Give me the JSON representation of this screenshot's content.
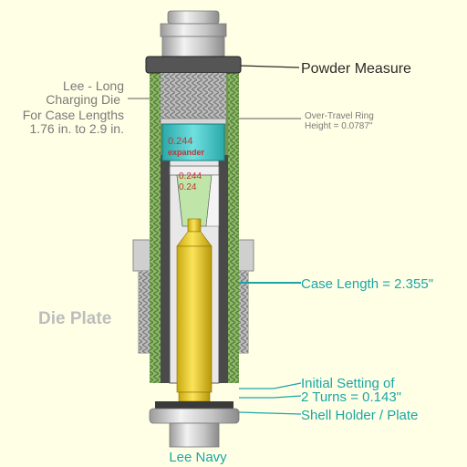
{
  "labels": {
    "powder_measure": "Powder Measure",
    "die_line1": "Lee - Long",
    "die_line2": "Charging Die",
    "die_line3": "For Case Lengths",
    "die_line4": "1.76 in. to 2.9 in.",
    "overtravel_line1": "Over-Travel Ring",
    "overtravel_line2": "Height = 0.0787\"",
    "die_plate": "Die Plate",
    "case_length": "Case Length = 2.355\"",
    "initial_line1": "Initial Setting of",
    "initial_line2": "2 Turns = 0.143\"",
    "shell_holder": "Shell Holder / Plate",
    "lee_navy": "Lee Navy"
  },
  "part_marks": {
    "expander_code": "0.244",
    "expander_word": "expander",
    "code_a": "0.244",
    "code_b": "0.24"
  },
  "colors": {
    "background": "#ffffe6",
    "label_dark": "#2a2a2a",
    "label_gray": "#7a7a7a",
    "die_plate_text": "#bdbdbd",
    "teal": "#1aa6a6",
    "thread_green": "#7ea65a",
    "brass": "#e8c51d",
    "expander": "#3cbfbf",
    "metal": "#c8c8c8",
    "dark_metal": "#4a4a4a",
    "red_marks": "#c83232"
  }
}
